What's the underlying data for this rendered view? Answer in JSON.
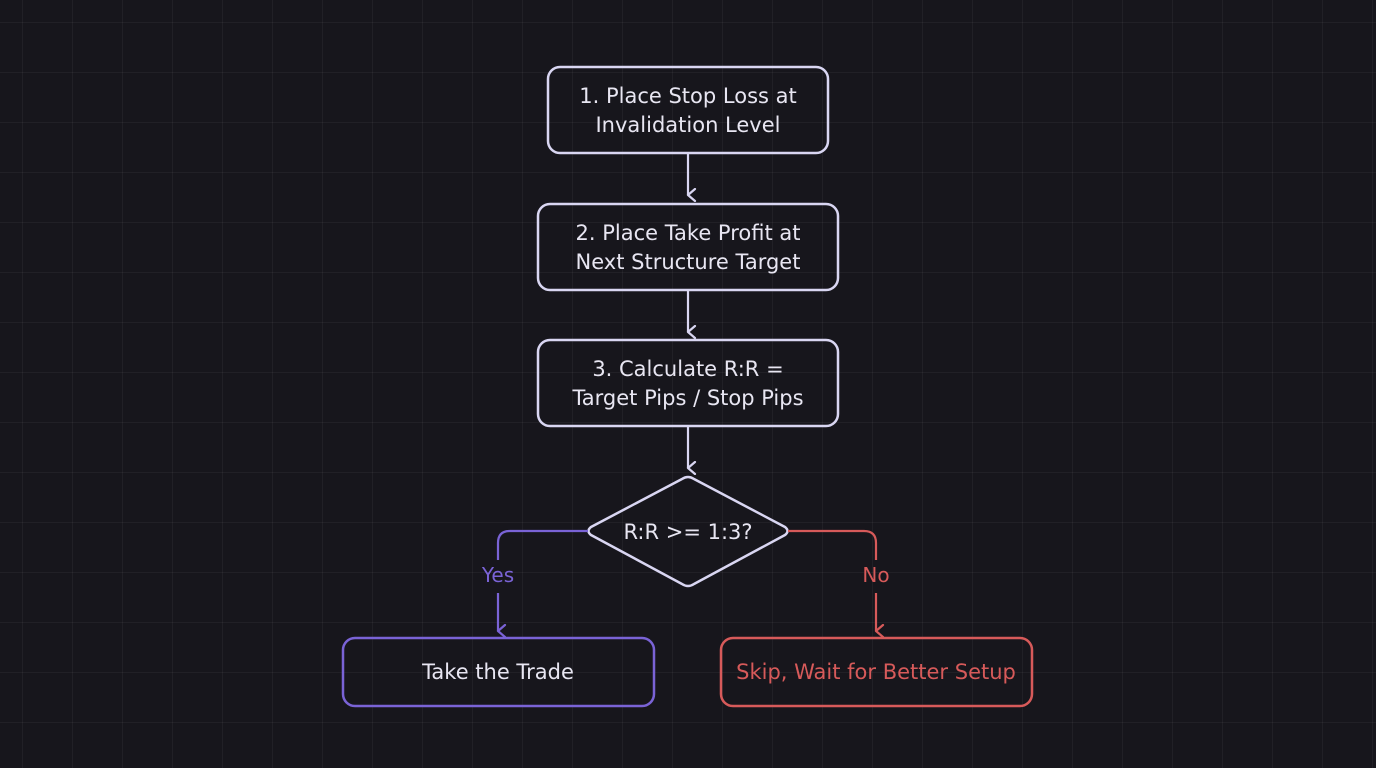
{
  "diagram": {
    "steps": [
      {
        "line1": "1. Place Stop Loss at",
        "line2": "Invalidation Level"
      },
      {
        "line1": "2. Place Take Profit at",
        "line2": "Next Structure Target"
      },
      {
        "line1": "3. Calculate R:R =",
        "line2": "Target Pips / Stop Pips"
      }
    ],
    "decision": {
      "text": "R:R >= 1:3?"
    },
    "yes_label": "Yes",
    "no_label": "No",
    "yes_outcome": "Take the Trade",
    "no_outcome": "Skip, Wait for Better Setup",
    "colors": {
      "background": "#17161c",
      "node_border": "#d9d6f2",
      "node_text": "#e8e6f2",
      "yes": "#7a63d6",
      "no": "#d75a5a"
    }
  }
}
